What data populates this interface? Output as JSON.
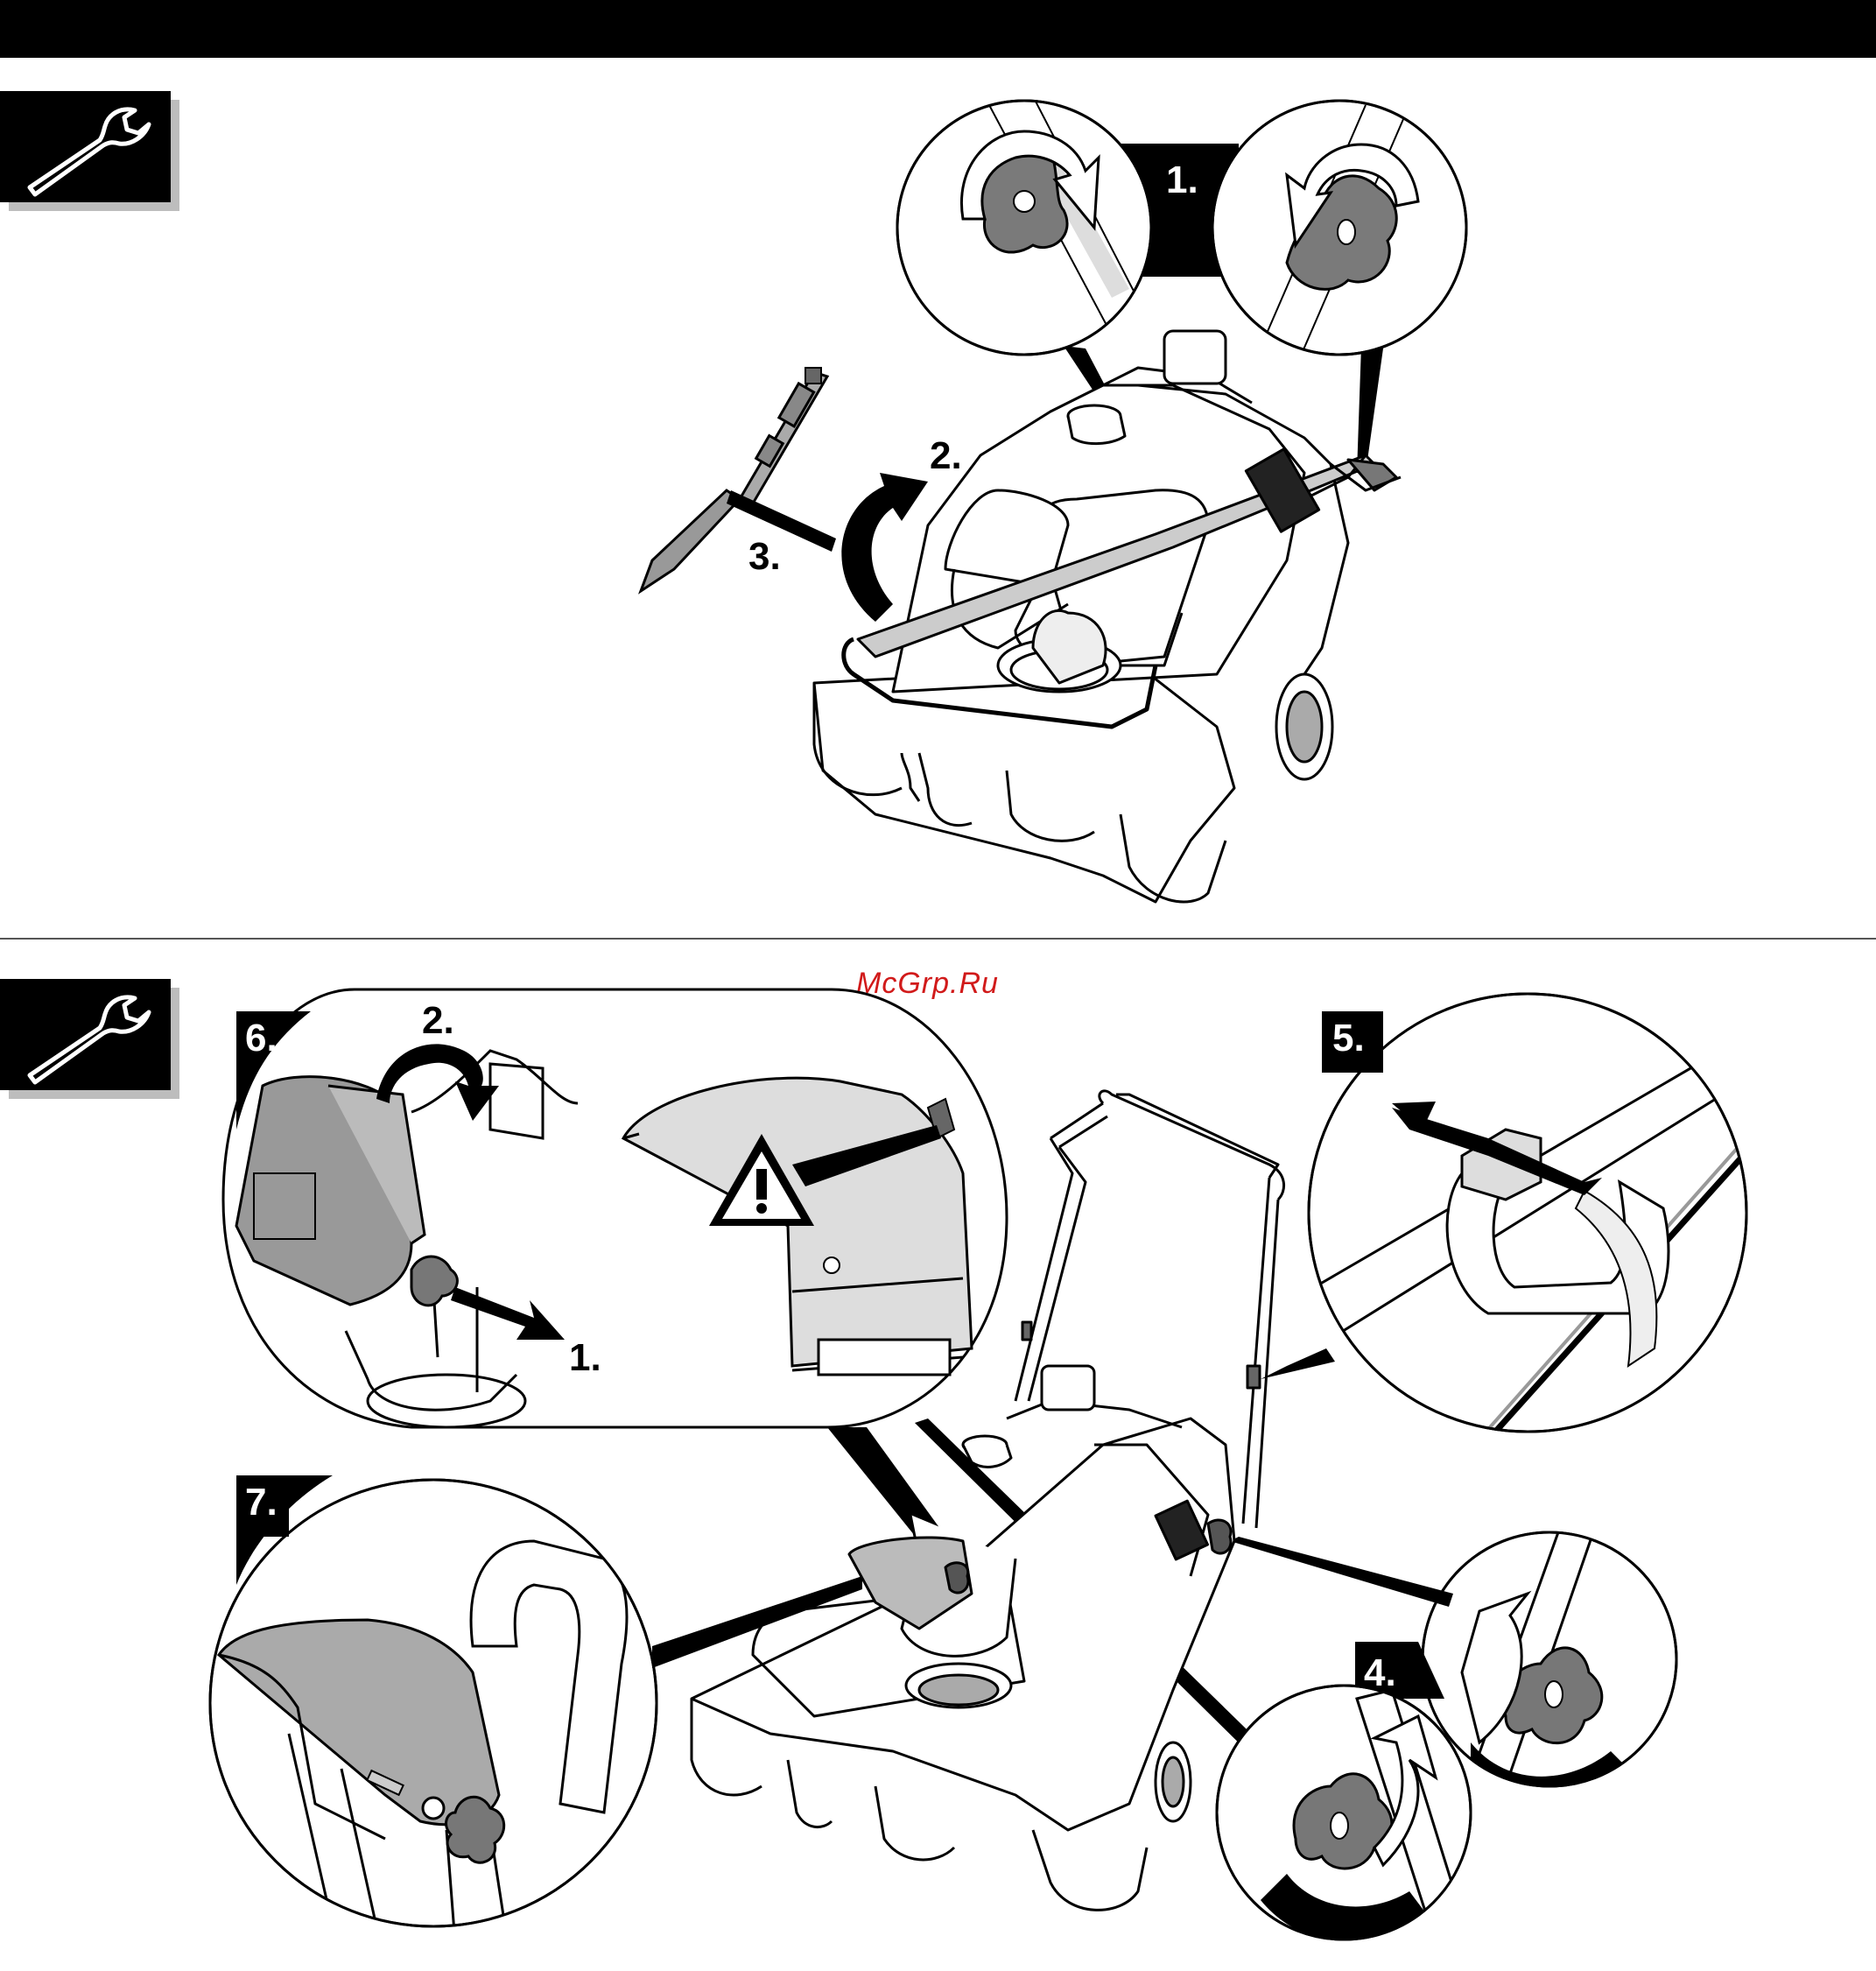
{
  "watermark": "McGrp.Ru",
  "top_section": {
    "icon": "wrench-icon",
    "steps": [
      "1.",
      "2.",
      "3."
    ]
  },
  "bottom_section": {
    "icon": "wrench-icon",
    "steps": [
      "6.",
      "2.",
      "1.",
      "5.",
      "7.",
      "4."
    ],
    "warning_icon": "warning-triangle-icon"
  }
}
